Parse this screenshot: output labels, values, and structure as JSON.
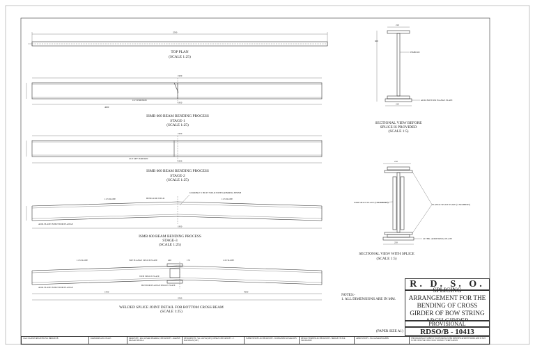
{
  "views": {
    "top_plan": {
      "title": "TOP PLAN",
      "scale": "(SCALE 1:25)",
      "dim_overall": "2500"
    },
    "stage1": {
      "title": "ISMB 600 BEAM BENDING PROCESS",
      "stage": "STAGE-1",
      "scale": "(SCALE 1:25)",
      "cut_label": "CUT PORTION",
      "dim_top": "1950",
      "dim_bottom": "1950",
      "dim_left": "4000"
    },
    "stage2": {
      "title": "ISMB 600 BEAM BENDING PROCESS",
      "stage": "STAGE-2",
      "scale": "(SCALE 1:25)",
      "cut_label": "CUT OFF PORTION",
      "dim_top": "1950",
      "dim_bottom": "1950"
    },
    "stage3": {
      "title": "ISMB 600 BEAM BENDING PROCESS",
      "stage": "STAGE-3",
      "scale": "(SCALE 1:25)",
      "slope_left": "1:25 SLOPE",
      "slope_right": "1:25 SLOPE",
      "bend_label": "BEND AND WELD",
      "weld_label": "6 DOUBLE V BUTT WELD WITH GRINDING FINISH",
      "plate_label": "ADD. PLATE IN BOTTOM FLANGE",
      "dim_bottom": "1950"
    },
    "splice_detail": {
      "title": "WELDED SPLICE JOINT DETAIL FOR BOTTOM CROSS BEAM",
      "scale": "(SCALE 1:25)",
      "slope_left": "1:25 SLOPE",
      "slope_right": "1:25 SLOPE",
      "flange_plate": "TOP FLANGE SPLICE PLATE",
      "web_plate": "WEB SPLICE PLATE",
      "bottom_plate": "BOTTOM FLANGE SPLICE PLATE",
      "add_plate": "ADD. PLATE IN BOTTOM FLANGE",
      "dim_left": "1950",
      "dim_right": "4000",
      "dim_overall": "2500",
      "dim_a": "400",
      "dim_b": "170"
    },
    "section_before": {
      "title": "SECTIONAL VIEW BEFORE",
      "title2": "SPLICE IS PROVIDED",
      "scale": "(SCALE 1:5)",
      "dim_top": "210",
      "dim_bottom": "210",
      "web_label": "ISMB 600",
      "plate_label": "ADD. BOTTOM FLANGE PLATE",
      "dim_side": "600"
    },
    "section_with": {
      "title": "SECTIONAL VIEW WITH SPLICE",
      "scale": "(SCALE 1:5)",
      "dim_top": "210",
      "dim_bottom": "250",
      "web_plate": "WEB SPLICE PLATE (2 NUMBERS)",
      "flange_plate": "FLANGE SPLICE PLATE (4 NUMBERS)",
      "add_plate": "22 THK. ADDITIONAL PLATE"
    }
  },
  "notes": {
    "heading": "NOTES:-",
    "line1": "1. ALL DIMENSIONS ARE IN MM."
  },
  "title_block": {
    "org": "R. D. S. O.",
    "title": "SPLICING ARRANGEMENT FOR THE BENDING OF CROSS GIRDER OF BOW STRING ARCH GIRDER",
    "status": "PROVISIONAL",
    "drawing_no": "RDSO/B - 10413",
    "paper_size": "(PAPER SIZE A1)"
  },
  "strip": {
    "c1": "CALCULATION REGISTER NO. BRIDGE/SB",
    "c2": "RAM KRIPLA NO.  B-4413",
    "c3": "DRAWN BY - R.K. KUMAR SHARMA | CHECKED BY - RAKESH PRASAD SHUKLA",
    "c4": "DESIGNED BY - S.K. GUPTA (SSE) | DESIGN CHECKED BY - T. MALVIKAN (SSE)",
    "c5": "SUBMITTED BY & CHECKED BY - SUDHANSHU KUMAR DEV",
    "c6": "DESIGN VERIFIED & CHECKED BY - BRIDGE TECH & VALIDATION",
    "c7": "APPROVED BY - E.K. KAMALPURABHS",
    "c8": "THIS DRAWING IS SUBJECT TO REVISION AS PER IDENTIFICATION BY RDSO AND IS NOT TO BE USED FOR EXECUTION WITHOUT VERIFICATION"
  }
}
